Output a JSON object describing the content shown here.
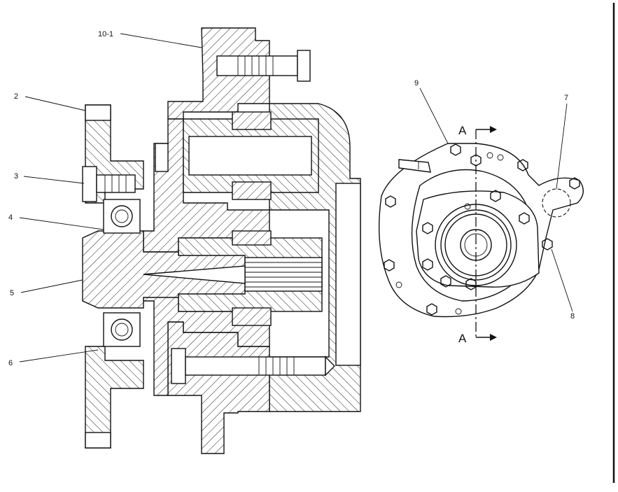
{
  "callouts": {
    "c10_1": "10-1",
    "c2": "2",
    "c3": "3",
    "c4": "4",
    "c5": "5",
    "c6": "6",
    "c7": "7",
    "c8": "8",
    "c9": "9"
  },
  "section_marks": {
    "top": "A",
    "bottom": "A"
  }
}
